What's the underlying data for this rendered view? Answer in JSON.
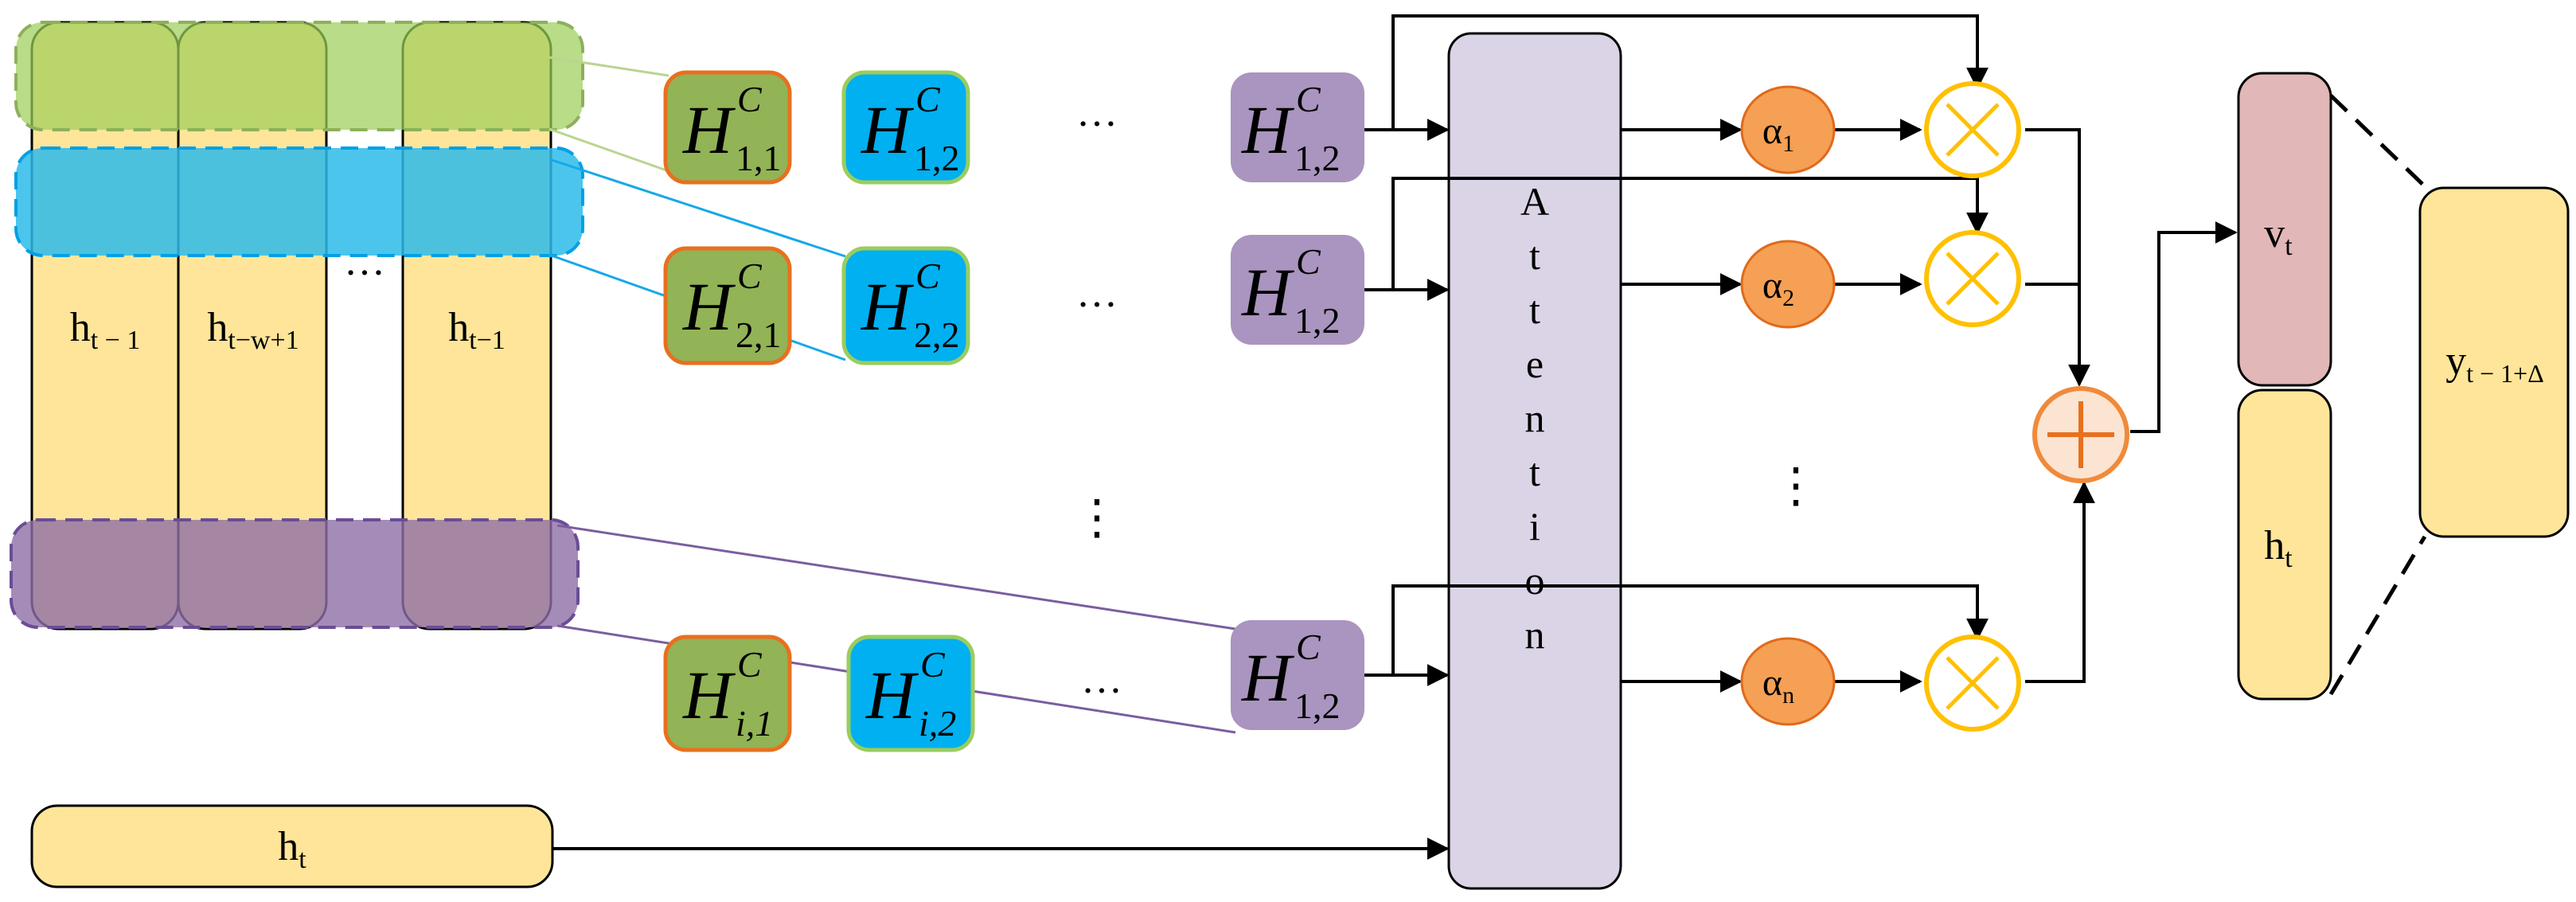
{
  "colors": {
    "yellow": "#FEE59A",
    "green": "#92B356",
    "green_band": "#9ECF5A",
    "blue": "#00B0F0",
    "blue_band": "#2DBBEA",
    "purple": "#A995BF",
    "purple_band": "#8E6FA6",
    "lavender": "#DAD4E6",
    "orange": "#F5A054",
    "orange_border": "#E06A1B",
    "gold": "#FFC000",
    "pink": "#E2B7B7"
  },
  "hidden_columns": {
    "labels": [
      "h",
      "h",
      "h"
    ],
    "subscripts": [
      "t − 1",
      "t−w+1",
      "t−1"
    ],
    "gap_ellipsis": "…"
  },
  "h_bottom": {
    "base": "h",
    "sub": "t"
  },
  "conv_blocks": {
    "letter": "H",
    "sup": "C",
    "rows": [
      {
        "left_sub": "1,1",
        "right_sub": "1,2",
        "result_sub": "1,2"
      },
      {
        "left_sub": "2,1",
        "right_sub": "2,2",
        "result_sub": "1,2"
      },
      {
        "left_sub": "i,1",
        "right_sub": "i,2",
        "result_sub": "1,2"
      }
    ],
    "h_ellipsis": "…",
    "v_ellipsis": "⋮"
  },
  "attention": {
    "letters": [
      "A",
      "t",
      "t",
      "e",
      "n",
      "t",
      "i",
      "o",
      "n"
    ]
  },
  "weights": {
    "base": "α",
    "subs": [
      "1",
      "2",
      "n"
    ],
    "v_ellipsis": "⋮"
  },
  "ops": {
    "multiply": "×",
    "add": "+"
  },
  "output": {
    "v": {
      "base": "v",
      "sub": "t"
    },
    "h": {
      "base": "h",
      "sub": "t"
    },
    "y": {
      "base": "y",
      "sub": "t − 1+Δ"
    }
  }
}
